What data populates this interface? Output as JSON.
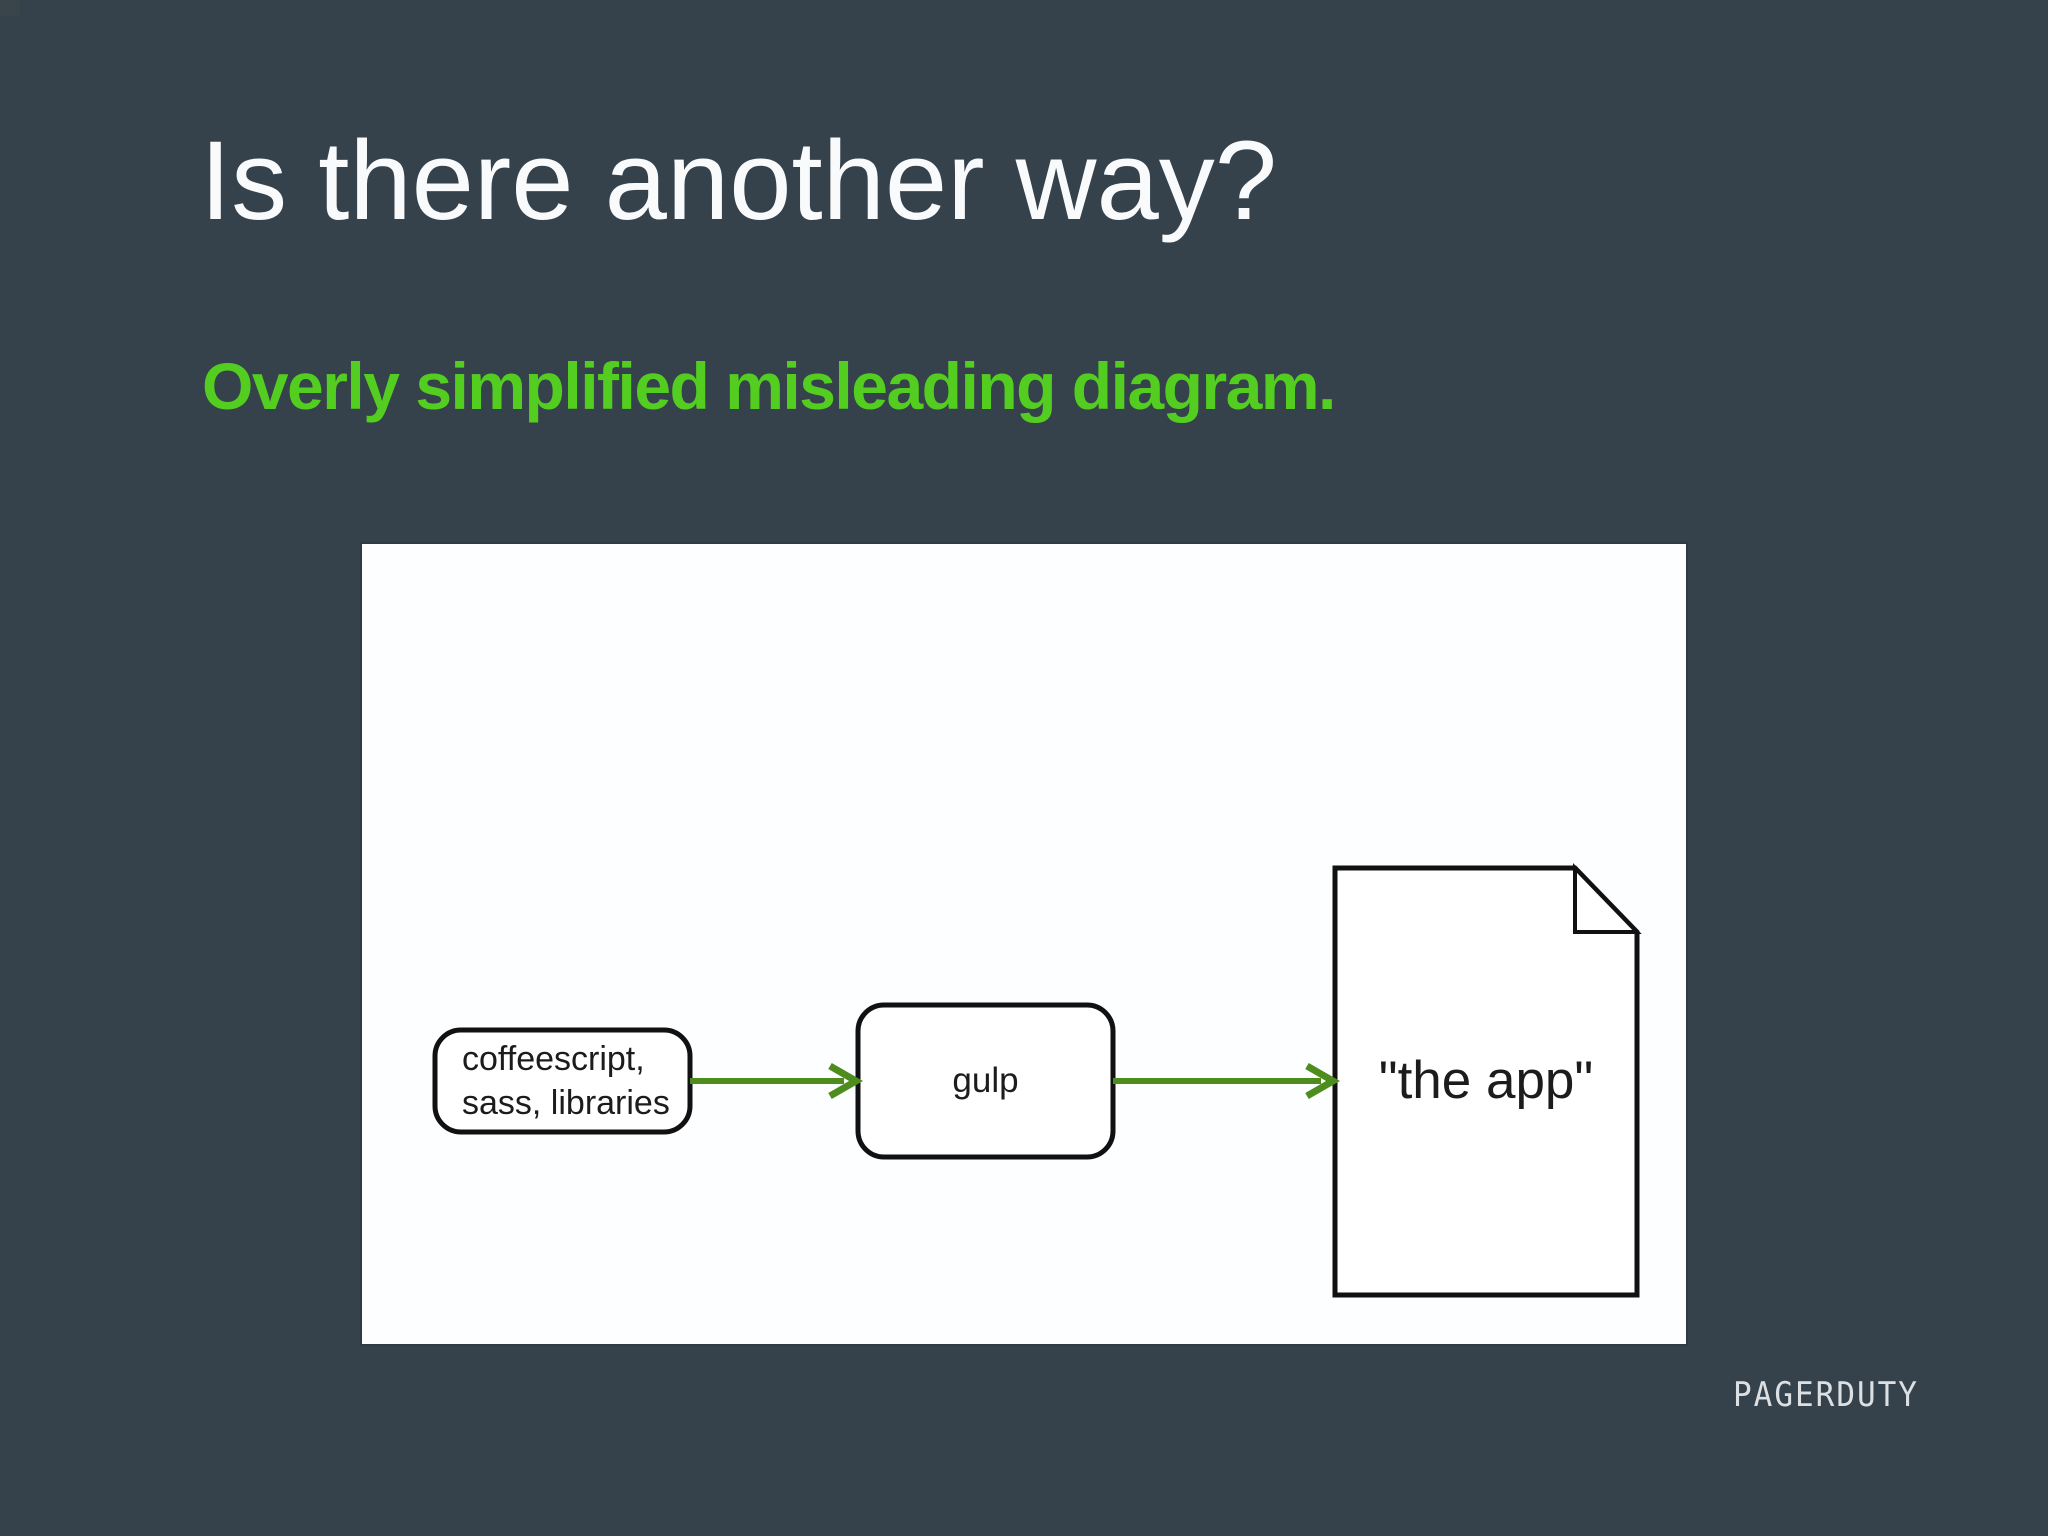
{
  "slide": {
    "title": "Is there another way?",
    "subtitle": "Overly simplified misleading diagram.",
    "footer_logo": "PAGERDUTY"
  },
  "colors": {
    "background": "#35414b",
    "title_text": "#f8fafb",
    "subtitle_text": "#53ce20",
    "panel_background": "#fcfeff",
    "node_border": "#111111",
    "node_text": "#1c1c1c",
    "arrow_green": "#4e8c1d",
    "logo_text": "#dce0e3"
  },
  "diagram": {
    "nodes": [
      {
        "id": "sources",
        "shape": "rounded-rectangle",
        "label": "coffeescript,\nsass, libraries"
      },
      {
        "id": "gulp",
        "shape": "rounded-rectangle",
        "label": "gulp"
      },
      {
        "id": "app",
        "shape": "document",
        "label": "\"the app\""
      }
    ],
    "edges": [
      {
        "from": "sources",
        "to": "gulp",
        "style": "green-arrow"
      },
      {
        "from": "gulp",
        "to": "app",
        "style": "green-arrow"
      }
    ]
  }
}
